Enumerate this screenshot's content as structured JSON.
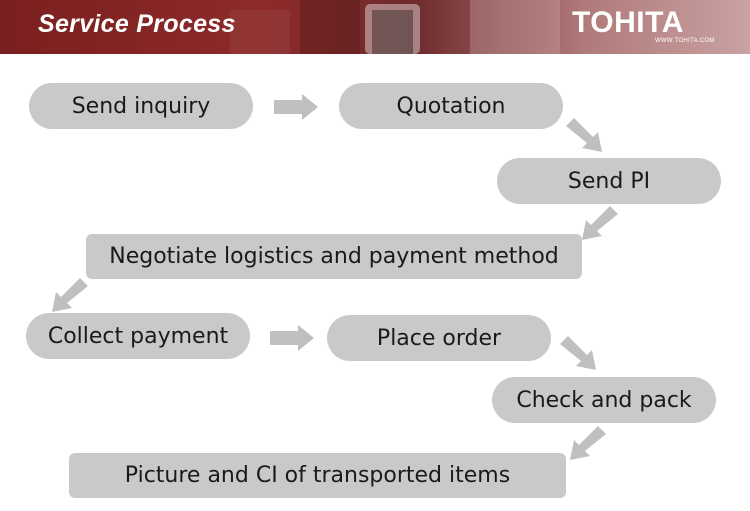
{
  "header": {
    "title": "Service Process",
    "logo_text": "TOHITA",
    "logo_url": "WWW.TOHITA.COM",
    "background_color": "#7a1f1f"
  },
  "colors": {
    "step_fill": "#c9c9c9",
    "arrow_fill": "#bfbfbf",
    "text": "#1a1a1a"
  },
  "steps": [
    "Send inquiry",
    "Quotation",
    "Send PI",
    "Negotiate logistics and payment method",
    "Collect payment",
    "Place order",
    "Check and pack",
    "Picture and CI of transported items"
  ]
}
